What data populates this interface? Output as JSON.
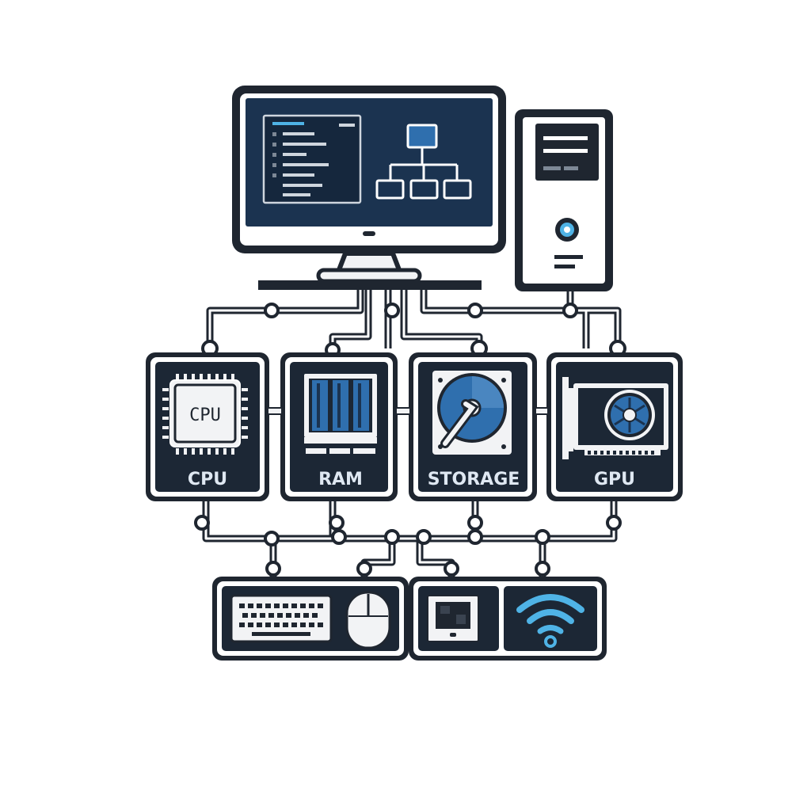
{
  "components": {
    "cpu": {
      "label": "CPU",
      "chip_label": "CPU"
    },
    "ram": {
      "label": "RAM"
    },
    "storage": {
      "label": "STORAGE"
    },
    "gpu": {
      "label": "GPU"
    }
  },
  "colors": {
    "outline": "#1f2630",
    "panel": "#1c2735",
    "screen": "#1b3350",
    "accent_blue": "#2f6fae",
    "light_blue": "#4fb3e6",
    "label": "#dfe8f2",
    "light_fill": "#f2f3f5"
  },
  "icons": [
    "monitor-icon",
    "tower-pc-icon",
    "cpu-chip-icon",
    "ram-icon",
    "hard-drive-icon",
    "graphics-card-icon",
    "keyboard-icon",
    "mouse-icon",
    "display-icon",
    "wifi-icon"
  ]
}
